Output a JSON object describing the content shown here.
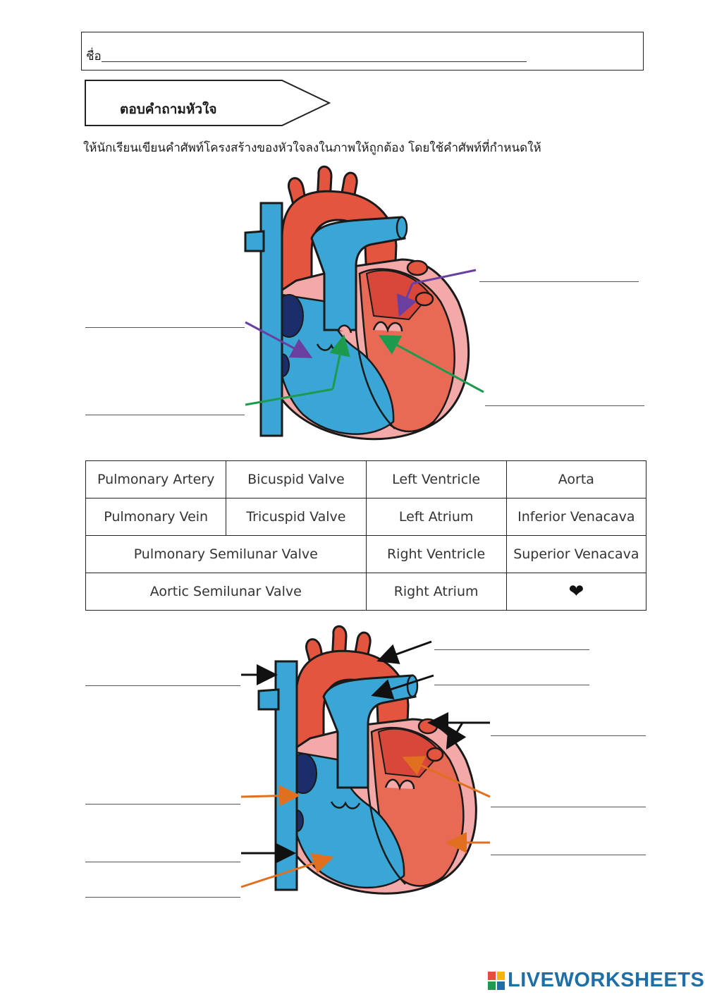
{
  "header": {
    "name_label": "ชื่อ"
  },
  "section": {
    "title": "ตอบคำถามหัวใจ"
  },
  "instruction": "ให้นักเรียนเขียนคำศัพท์โครงสร้างของหัวใจลงในภาพให้ถูกต้อง  โดยใช้คำศัพท์ที่กำหนดให้",
  "terms": {
    "row1": [
      "Pulmonary Artery",
      "Bicuspid Valve",
      "Left Ventricle",
      "Aorta"
    ],
    "row2": [
      "Pulmonary Vein",
      "Tricuspid Valve",
      "Left Atrium",
      "Inferior Venacava"
    ],
    "row3": [
      "Pulmonary Semilunar Valve",
      "Right Ventricle",
      "Superior Venacava"
    ],
    "row4": [
      "Aortic Semilunar Valve",
      "Right Atrium"
    ],
    "heart_symbol": "❤"
  },
  "logo": {
    "text": "LIVEWORKSHEETS",
    "icon": "liveworksheets-logo-icon"
  },
  "colors": {
    "red_vessel": "#e4553f",
    "blue_vessel": "#3aa6d6",
    "pink_wall": "#f2a9a8",
    "purple_arrow": "#6a3fa0",
    "green_arrow": "#1e9a4f",
    "orange_arrow": "#e07020",
    "black_arrow": "#111111"
  }
}
